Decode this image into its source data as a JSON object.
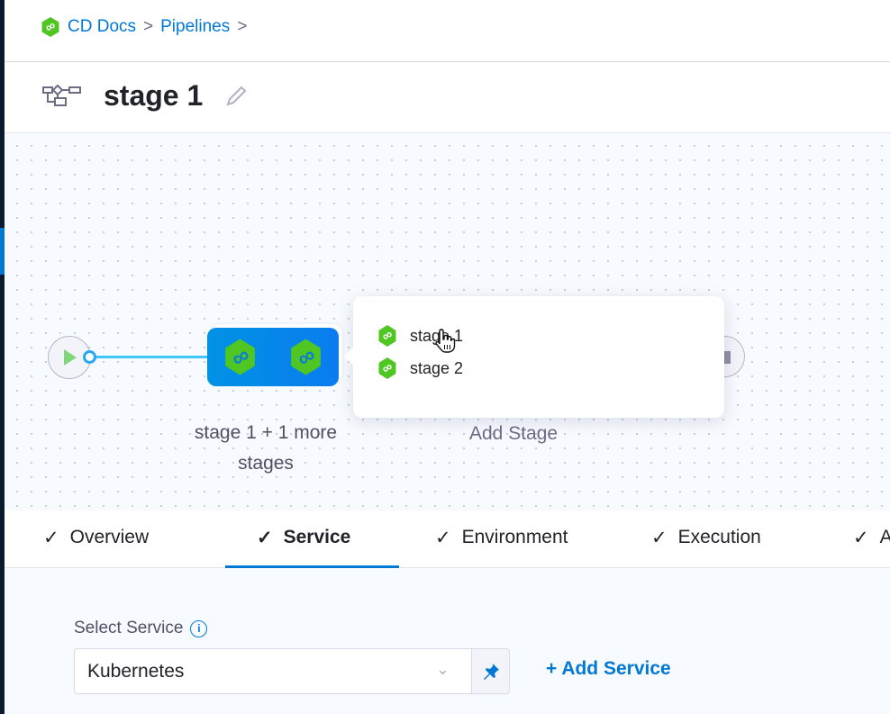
{
  "breadcrumb": {
    "items": [
      "CD Docs",
      "Pipelines"
    ],
    "separator": ">"
  },
  "header": {
    "title": "stage 1",
    "icon": "pipeline-stages-icon",
    "edit_icon": "pencil-icon"
  },
  "canvas": {
    "node_label": "stage 1 + 1 more stages",
    "add_stage": "Add Stage",
    "menu": [
      {
        "label": "stage 1",
        "icon": "deploy-stage-icon"
      },
      {
        "label": "stage 2",
        "icon": "deploy-stage-icon"
      }
    ]
  },
  "tabs": [
    {
      "label": "Overview",
      "check": "✓"
    },
    {
      "label": "Service",
      "check": "✓",
      "active": true
    },
    {
      "label": "Environment",
      "check": "✓"
    },
    {
      "label": "Execution",
      "check": "✓"
    },
    {
      "label": "A",
      "check": "✓"
    }
  ],
  "service": {
    "label": "Select Service",
    "value": "Kubernetes",
    "add_label": "+ Add Service",
    "info": "i"
  },
  "colors": {
    "accent": "#0278d5",
    "stage_green": "#4fc622",
    "node_blue": "#0092e4"
  }
}
